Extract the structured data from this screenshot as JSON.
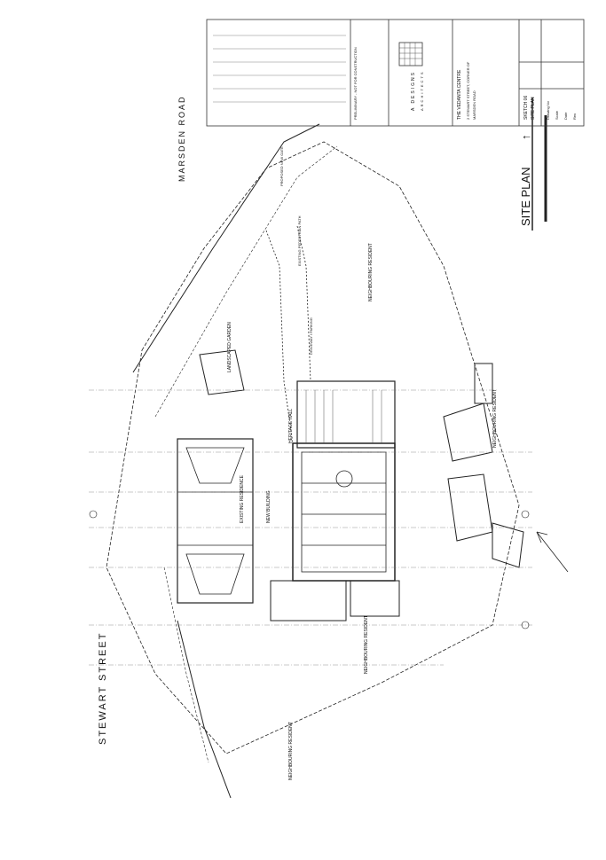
{
  "sheet": {
    "title": "SITE PLAN",
    "north_symbol": "↑"
  },
  "roads": {
    "marsden": "MARSDEN ROAD",
    "stewart": "STEWART STREET"
  },
  "labels": {
    "landscaped_garden": "LANDSCAPED GARDEN",
    "existing_residence": "EXISTING RESIDENCE",
    "proposed_new_building": "NEW BUILDING",
    "existing_hall": "HERITAGE HALL",
    "neighbouring_1": "NEIGHBOURING RESIDENT",
    "neighbouring_2": "NEIGHBOURING RESIDENT",
    "neighbouring_3": "NEIGHBOURING RESIDENT",
    "neighbouring_4": "NEIGHBOURING RESIDENT",
    "driveway": "DRIVEWAY / PARKING",
    "proposed_entry": "PROPOSED NEW GATE",
    "walkway": "EXISTING PEDESTRIAN PATH"
  },
  "title_block": {
    "firm_name": "A DESIGNS",
    "firm_sub": "ARCHITECTS",
    "project_1": "THE VEDANTA CENTRE",
    "project_2": "2 STEWART STREET, CORNER OF",
    "project_3": "MARSDEN ROAD",
    "drawing_title_1": "SKETCH 06",
    "drawing_title_2": "SITE PLAN",
    "legend_heading": "PRELIMINARY - NOT FOR CONSTRUCTION",
    "drawing_no_label": "Drawing No",
    "scale_label": "Scale",
    "date_label": "Date",
    "rev_label": "Rev"
  }
}
